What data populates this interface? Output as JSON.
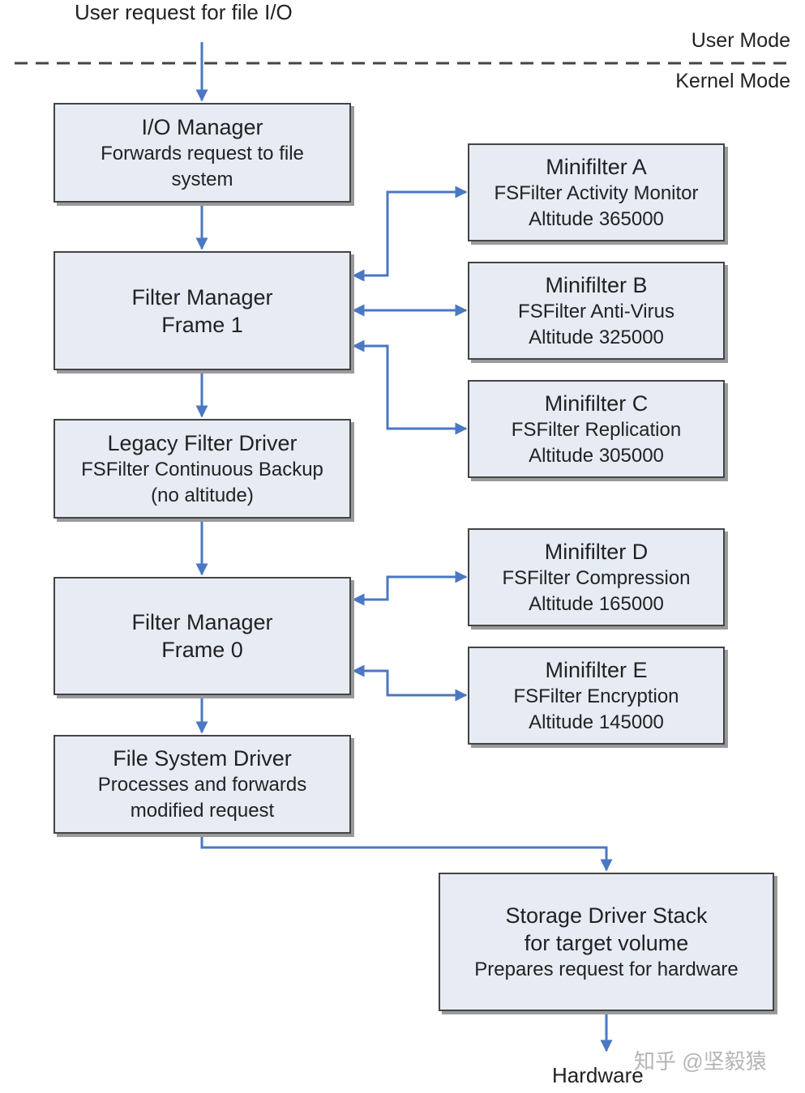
{
  "header": {
    "user_request": "User request for file I/O",
    "user_mode": "User Mode",
    "kernel_mode": "Kernel Mode"
  },
  "boxes": {
    "io_manager": {
      "title": "I/O Manager",
      "line1": "Forwards request to file",
      "line2": "system"
    },
    "fm_frame1": {
      "title": "Filter Manager",
      "line1": "Frame 1"
    },
    "legacy": {
      "title": "Legacy Filter Driver",
      "line1": "FSFilter Continuous Backup",
      "line2": "(no altitude)"
    },
    "fm_frame0": {
      "title": "Filter Manager",
      "line1": "Frame 0"
    },
    "fs_driver": {
      "title": "File System Driver",
      "line1": "Processes and forwards",
      "line2": "modified request"
    },
    "storage": {
      "title": "Storage Driver Stack",
      "line1": "for target volume",
      "line2": "Prepares request for hardware"
    },
    "minifilter_a": {
      "title": "Minifilter A",
      "line1": "FSFilter Activity Monitor",
      "line2": "Altitude 365000"
    },
    "minifilter_b": {
      "title": "Minifilter B",
      "line1": "FSFilter Anti-Virus",
      "line2": "Altitude 325000"
    },
    "minifilter_c": {
      "title": "Minifilter C",
      "line1": "FSFilter Replication",
      "line2": "Altitude 305000"
    },
    "minifilter_d": {
      "title": "Minifilter D",
      "line1": "FSFilter Compression",
      "line2": "Altitude 165000"
    },
    "minifilter_e": {
      "title": "Minifilter E",
      "line1": "FSFilter Encryption",
      "line2": "Altitude 145000"
    }
  },
  "footer": {
    "hardware": "Hardware",
    "watermark": "知乎 @坚毅猿"
  },
  "colors": {
    "arrow": "#4a78c2",
    "box_fill": "#e6ebf4",
    "box_border": "#444444"
  }
}
